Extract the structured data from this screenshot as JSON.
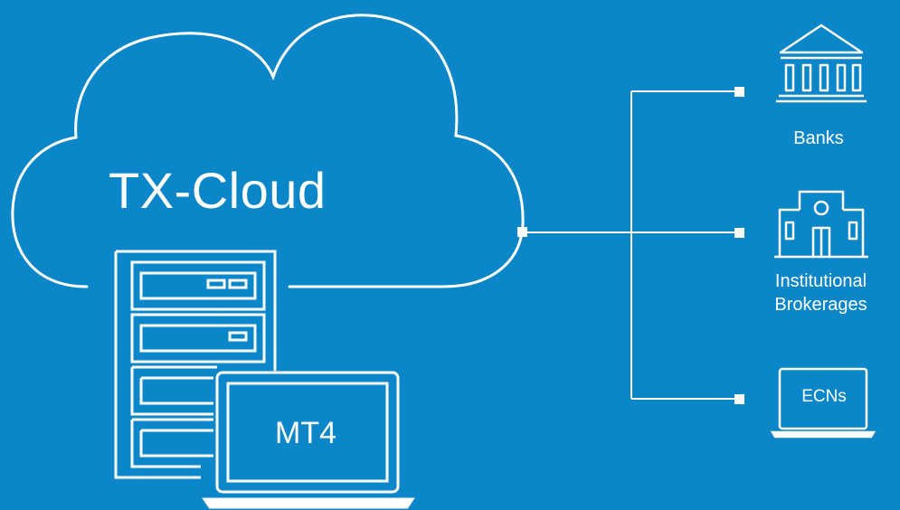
{
  "cloud": {
    "title": "TX-Cloud"
  },
  "client": {
    "label": "MT4"
  },
  "endpoints": [
    {
      "id": "banks",
      "label": "Banks",
      "icon": "bank-icon"
    },
    {
      "id": "brokerages",
      "label": "Institutional Brokerages",
      "icon": "institution-building-icon"
    },
    {
      "id": "ecns",
      "label": "ECNs",
      "icon": "laptop-icon"
    }
  ],
  "colors": {
    "background": "#0a86c9",
    "stroke": "#ffffff"
  }
}
